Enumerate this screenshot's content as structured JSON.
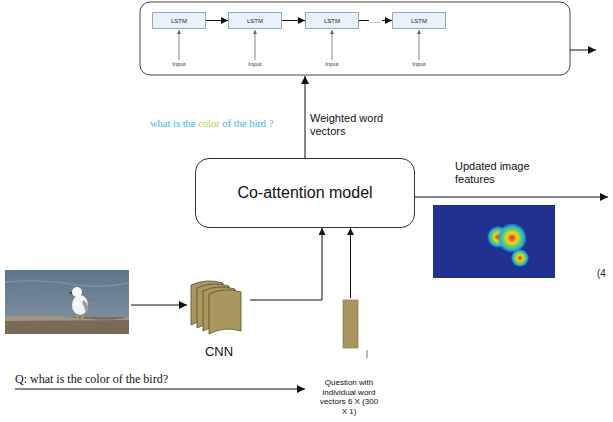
{
  "diagram": {
    "nodes": [
      {
        "text": [
          "LSTM"
        ]
      },
      {
        "text": [
          "LSTM"
        ]
      },
      {
        "text": [
          "LSTM"
        ]
      },
      {
        "text": [
          "LSTM"
        ]
      },
      {
        "text": [
          "Co-attention model"
        ]
      },
      {
        "text": [
          "CNN"
        ]
      },
      {
        "text": [
          "Question with individual word vectors 6 X (300 X 1)"
        ]
      }
    ],
    "edges": [
      {
        "from": 0,
        "to": 1,
        "arrow": "to"
      },
      {
        "from": 1,
        "to": 2,
        "arrow": "to"
      },
      {
        "from": 2,
        "to": 3,
        "label": ".....",
        "arrow": "to"
      },
      {
        "from": 5,
        "to": 4,
        "arrow": "to"
      },
      {
        "from": 6,
        "to": 4,
        "arrow": "to"
      }
    ],
    "labels": [
      "Input",
      "Input",
      "Input",
      "Input",
      "what is the color of the bird ?",
      "Weighted word vectors",
      "Updated image features",
      "(4",
      "Q: what is the color of the bird?"
    ]
  }
}
